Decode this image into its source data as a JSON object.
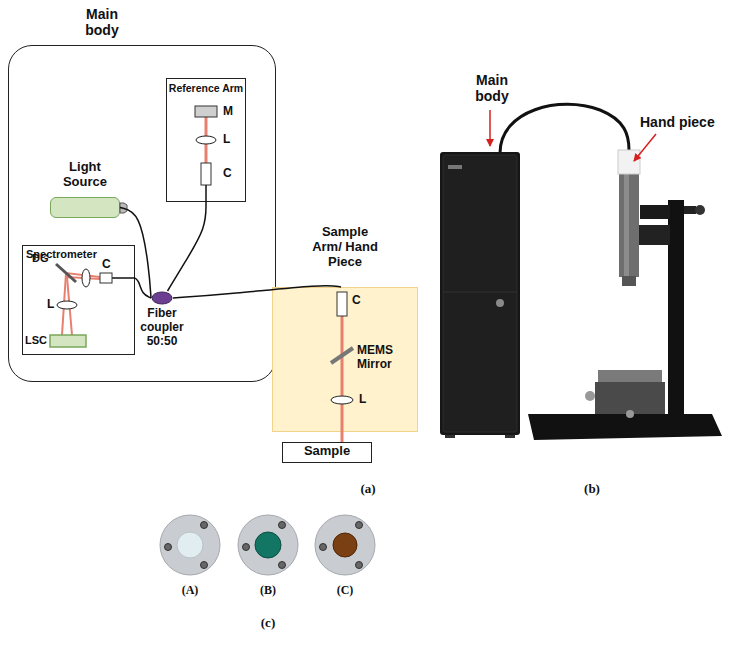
{
  "diagram": {
    "nodes": [
      {
        "text": [
          "Main body"
        ]
      },
      {
        "text": [
          "Reference Arm"
        ],
        "in": 0
      },
      {
        "text": [
          "Light Source"
        ],
        "in": 0
      },
      {
        "text": [
          "Spectrometer"
        ],
        "in": 0
      },
      {
        "text": [
          "Fiber coupler 50:50"
        ],
        "in": 0
      },
      {
        "text": [
          "Sample Arm/ Hand Piece"
        ]
      },
      {
        "text": [
          "Sample"
        ]
      }
    ],
    "edges": [
      {
        "from": 2,
        "to": 4,
        "arrow": "none"
      },
      {
        "from": 4,
        "to": 1,
        "arrow": "none"
      },
      {
        "from": 4,
        "to": 3,
        "arrow": "none"
      },
      {
        "from": 4,
        "to": 5,
        "arrow": "none"
      },
      {
        "from": 5,
        "to": 6,
        "arrow": "none"
      }
    ],
    "labels": [
      "M",
      "L",
      "C",
      "DG",
      "L",
      "C",
      "LSC",
      "C",
      "MEMS Mirror",
      "L",
      "(a)",
      "Main body",
      "Hand piece",
      "(b)",
      "(A)",
      "(B)",
      "(C)",
      "(c)"
    ]
  }
}
